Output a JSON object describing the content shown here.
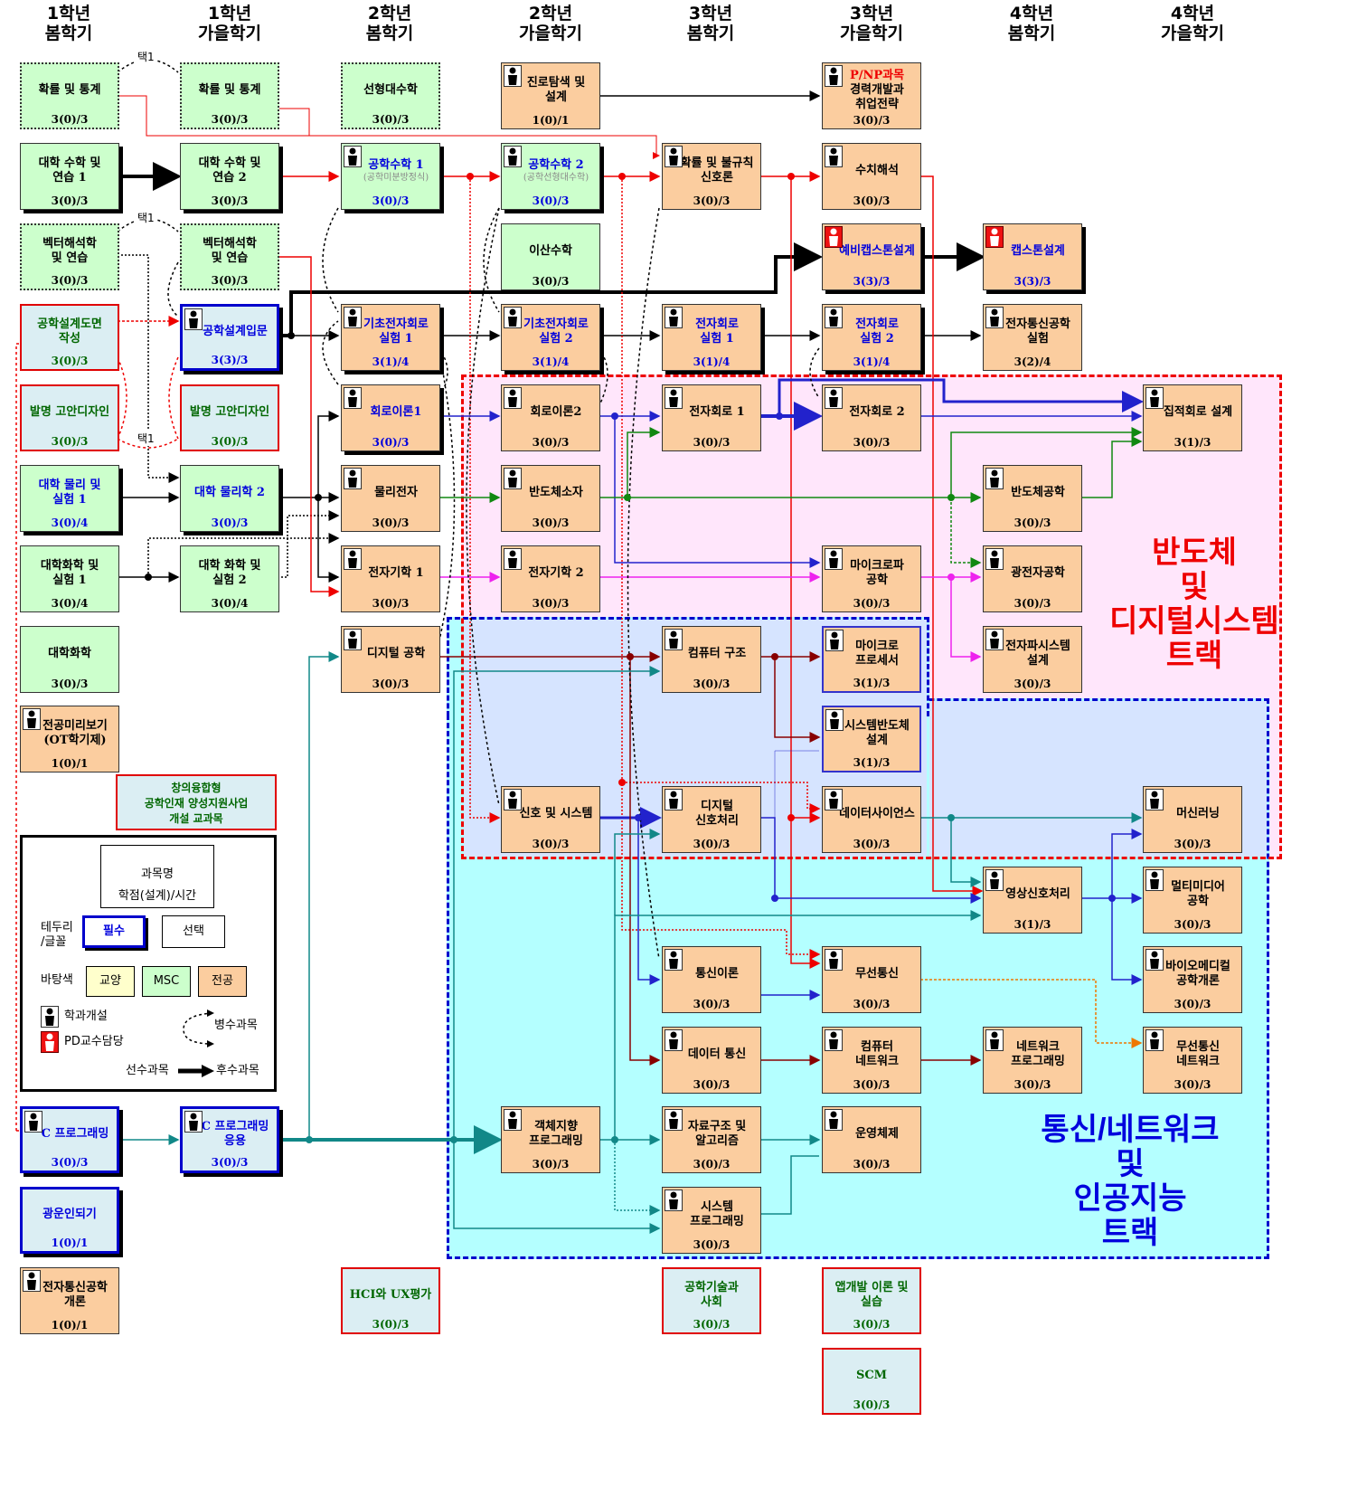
{
  "semesters": [
    {
      "year": "1학년",
      "term": "봄학기"
    },
    {
      "year": "1학년",
      "term": "가을학기"
    },
    {
      "year": "2학년",
      "term": "봄학기"
    },
    {
      "year": "2학년",
      "term": "가을학기"
    },
    {
      "year": "3학년",
      "term": "봄학기"
    },
    {
      "year": "3학년",
      "term": "가을학기"
    },
    {
      "year": "4학년",
      "term": "봄학기"
    },
    {
      "year": "4학년",
      "term": "가을학기"
    }
  ],
  "choice_label": "택1",
  "tracks": {
    "semiconductor": [
      "반도체",
      "및",
      "디지털시스템",
      "트랙"
    ],
    "network": [
      "통신/네트워크",
      "및",
      "인공지능",
      "트랙"
    ]
  },
  "note": "창의융합형\n공학인재 양성지원사업\n개설 교과목",
  "legend": {
    "course_name": "과목명",
    "credit": "학점(설계)/시간",
    "border_font": "테두리\n/글꼴",
    "required": "필수",
    "elective": "선택",
    "background": "바탕색",
    "liberal": "교양",
    "msc": "MSC",
    "major": "전공",
    "dept_open": "학과개설",
    "pd_prof": "PD교수담당",
    "concurrent": "병수과목",
    "prereq": "선수과목",
    "postreq": "후수과목"
  },
  "courses": {
    "c1": {
      "name": "확률 및 통계",
      "credit": "3(0)/3"
    },
    "c2": {
      "name": "대학 수학 및\n연습 1",
      "credit": "3(0)/3"
    },
    "c3": {
      "name": "벡터해석학\n및 연습",
      "credit": "3(0)/3"
    },
    "c4": {
      "name": "공학설계도면\n작성",
      "credit": "3(0)/3"
    },
    "c5": {
      "name": "발명 고안디자인",
      "credit": "3(0)/3"
    },
    "c6": {
      "name": "대학 물리 및\n실험 1",
      "credit": "3(0)/4"
    },
    "c7": {
      "name": "대학화학 및\n실험 1",
      "credit": "3(0)/4"
    },
    "c8": {
      "name": "대학화학",
      "credit": "3(0)/3"
    },
    "c9": {
      "name": "전공미리보기\n(OT학기제)",
      "credit": "1(0)/1"
    },
    "c10": {
      "name": "C 프로그래밍",
      "credit": "3(0)/3"
    },
    "c11": {
      "name": "광운인되기",
      "credit": "1(0)/1"
    },
    "c12": {
      "name": "전자통신공학\n개론",
      "credit": "1(0)/1"
    },
    "d1": {
      "name": "확률 및 통계",
      "credit": "3(0)/3"
    },
    "d2": {
      "name": "대학 수학 및\n연습 2",
      "credit": "3(0)/3"
    },
    "d3": {
      "name": "벡터해석학\n및 연습",
      "credit": "3(0)/3"
    },
    "d4": {
      "name": "공학설계입문",
      "credit": "3(3)/3"
    },
    "d5": {
      "name": "발명 고안디자인",
      "credit": "3(0)/3"
    },
    "d6": {
      "name": "대학 물리학 2",
      "credit": "3(0)/3"
    },
    "d7": {
      "name": "대학 화학 및\n실험 2",
      "credit": "3(0)/4"
    },
    "d8": {
      "name": "C 프로그래밍\n응용",
      "credit": "3(0)/3"
    },
    "e1": {
      "name": "선형대수학",
      "credit": "3(0)/3"
    },
    "e2": {
      "name": "공학수학 1",
      "sub": "(공학미분방정식)",
      "credit": "3(0)/3"
    },
    "e3": {
      "name": "기초전자회로\n실험 1",
      "credit": "3(1)/4"
    },
    "e4": {
      "name": "회로이론1",
      "credit": "3(0)/3"
    },
    "e5": {
      "name": "물리전자",
      "credit": "3(0)/3"
    },
    "e6": {
      "name": "전자기학 1",
      "credit": "3(0)/3"
    },
    "e7": {
      "name": "디지털 공학",
      "credit": "3(0)/3"
    },
    "e8": {
      "name": "HCI와 UX평가",
      "credit": "3(0)/3"
    },
    "f1": {
      "name": "진로탐색 및\n설계",
      "credit": "1(0)/1"
    },
    "f2": {
      "name": "공학수학 2",
      "sub": "(공학선형대수학)",
      "credit": "3(0)/3"
    },
    "f3": {
      "name": "이산수학",
      "credit": "3(0)/3"
    },
    "f4": {
      "name": "기초전자회로\n실험 2",
      "credit": "3(1)/4"
    },
    "f5": {
      "name": "회로이론2",
      "credit": "3(0)/3"
    },
    "f6": {
      "name": "반도체소자",
      "credit": "3(0)/3"
    },
    "f7": {
      "name": "전자기학 2",
      "credit": "3(0)/3"
    },
    "f8": {
      "name": "신호 및 시스템",
      "credit": "3(0)/3"
    },
    "f9": {
      "name": "객체지향\n프로그래밍",
      "credit": "3(0)/3"
    },
    "g1": {
      "name": "확률 및 불규칙\n신호론",
      "credit": "3(0)/3"
    },
    "g2": {
      "name": "전자회로\n실험 1",
      "credit": "3(1)/4"
    },
    "g3": {
      "name": "전자회로 1",
      "credit": "3(0)/3"
    },
    "g4": {
      "name": "컴퓨터 구조",
      "credit": "3(0)/3"
    },
    "g5": {
      "name": "디지털\n신호처리",
      "credit": "3(0)/3"
    },
    "g6": {
      "name": "통신이론",
      "credit": "3(0)/3"
    },
    "g7": {
      "name": "데이터 통신",
      "credit": "3(0)/3"
    },
    "g8": {
      "name": "자료구조 및\n알고리즘",
      "credit": "3(0)/3"
    },
    "g9": {
      "name": "시스템\n프로그래밍",
      "credit": "3(0)/3"
    },
    "g10": {
      "name": "공학기술과\n사회",
      "credit": "3(0)/3"
    },
    "h1": {
      "name": "경력개발과\n취업전략",
      "tag": "P/NP과목",
      "credit": "3(0)/3"
    },
    "h2": {
      "name": "수치해석",
      "credit": "3(0)/3"
    },
    "h3": {
      "name": "예비캡스톤설계",
      "credit": "3(3)/3"
    },
    "h4": {
      "name": "전자회로\n실험 2",
      "credit": "3(1)/4"
    },
    "h5": {
      "name": "전자회로 2",
      "credit": "3(0)/3"
    },
    "h6": {
      "name": "마이크로파\n공학",
      "credit": "3(0)/3"
    },
    "h7": {
      "name": "마이크로\n프로세서",
      "credit": "3(1)/3"
    },
    "h8": {
      "name": "시스템반도체\n설계",
      "credit": "3(1)/3"
    },
    "h9": {
      "name": "데이터사이언스",
      "credit": "3(0)/3"
    },
    "h10": {
      "name": "무선통신",
      "credit": "3(0)/3"
    },
    "h11": {
      "name": "컴퓨터\n네트워크",
      "credit": "3(0)/3"
    },
    "h12": {
      "name": "운영체제",
      "credit": "3(0)/3"
    },
    "h13": {
      "name": "앱개발 이론 및\n실습",
      "credit": "3(0)/3"
    },
    "h14": {
      "name": "SCM",
      "credit": "3(0)/3"
    },
    "i1": {
      "name": "캡스톤설계",
      "credit": "3(3)/3"
    },
    "i2": {
      "name": "전자통신공학\n실험",
      "credit": "3(2)/4"
    },
    "i3": {
      "name": "반도체공학",
      "credit": "3(0)/3"
    },
    "i4": {
      "name": "광전자공학",
      "credit": "3(0)/3"
    },
    "i5": {
      "name": "전자파시스템\n설계",
      "credit": "3(0)/3"
    },
    "i6": {
      "name": "영상신호처리",
      "credit": "3(1)/3"
    },
    "i7": {
      "name": "네트워크\n프로그래밍",
      "credit": "3(0)/3"
    },
    "j1": {
      "name": "집적회로 설계",
      "credit": "3(1)/3"
    },
    "j2": {
      "name": "머신러닝",
      "credit": "3(0)/3"
    },
    "j3": {
      "name": "멀티미디어\n공학",
      "credit": "3(0)/3"
    },
    "j4": {
      "name": "바이오메디컬\n공학개론",
      "credit": "3(0)/3"
    },
    "j5": {
      "name": "무선통신\n네트워크",
      "credit": "3(0)/3"
    }
  },
  "colors": {
    "liberal": "#dbeef3",
    "msc": "#ccffcc",
    "major": "#fbcd9f",
    "required_border": "#0000cc",
    "semiconductor_track": "#ee0000",
    "network_track": "#0000cc",
    "semiconductor_fill": "#ffe6fb",
    "network_fill": "#b4ffff",
    "overlap_fill": "#d6e4ff"
  }
}
